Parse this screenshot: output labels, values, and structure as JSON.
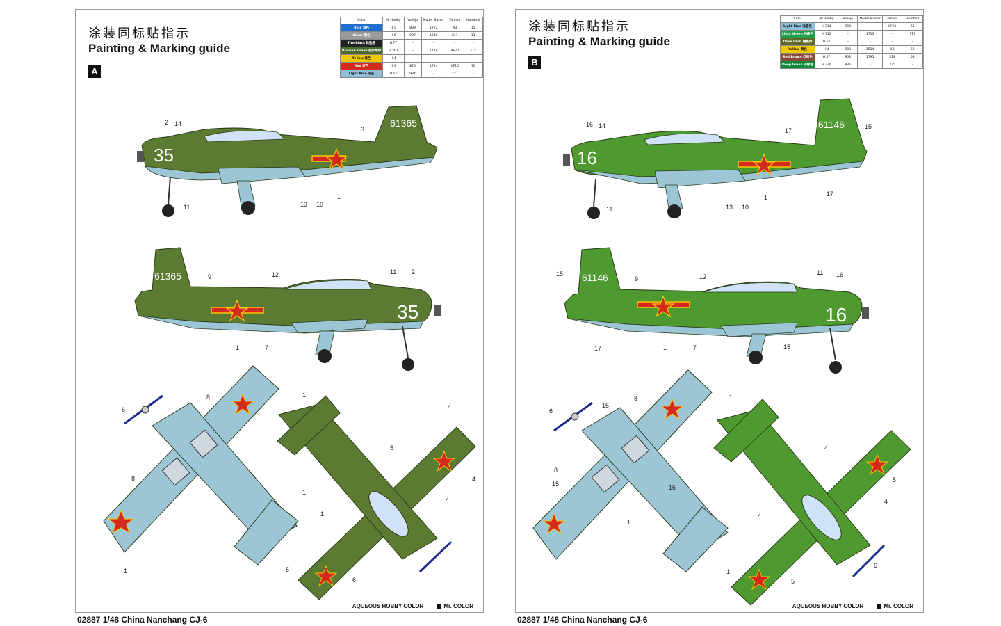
{
  "sheets": [
    {
      "title_cn": "涂装同标贴指示",
      "title_en": "Painting & Marking guide",
      "scheme": "A",
      "table_headers": [
        "Color",
        "Mr.Hobby",
        "Vallejo",
        "Model Master",
        "Tamiya",
        "Humbrol"
      ],
      "colors": [
        {
          "name": "Blue 蓝色",
          "hex": "#1f6fd1",
          "code": "H 5",
          "vallejo": "899",
          "mm": "1772",
          "tamiya": "X3",
          "humbrol": "15"
        },
        {
          "name": "Silver 银色",
          "hex": "#9a9a9a",
          "code": "H 8",
          "vallejo": "997",
          "mm": "1546",
          "tamiya": "X11",
          "humbrol": "11"
        },
        {
          "name": "Tire Black 轮胎黑",
          "hex": "#222222",
          "code": "H 77",
          "vallejo": "–",
          "mm": "–",
          "tamiya": "–",
          "humbrol": "–"
        },
        {
          "name": "Russian Green 俄罗斯绿",
          "hex": "#4b6b2e",
          "code": "H 303",
          "vallejo": "–",
          "mm": "1710",
          "tamiya": "XF20",
          "humbrol": "117"
        },
        {
          "name": "Yellow 黄色",
          "hex": "#f2c800",
          "code": "H 4",
          "vallejo": "–",
          "mm": "–",
          "tamiya": "–",
          "humbrol": "–"
        },
        {
          "name": "Red 红色",
          "hex": "#d42a1e",
          "code": "H 3",
          "vallejo": "876",
          "mm": "1744",
          "tamiya": "XF10",
          "humbrol": "70"
        },
        {
          "name": "Light Blue 浅蓝",
          "hex": "#8fbfd8",
          "code": "H 67",
          "vallejo": "934",
          "mm": "–",
          "tamiya": "X27",
          "humbrol": "–"
        }
      ],
      "aircraft_code": "35",
      "tail_number": "61365",
      "side_callouts": [
        "2",
        "14",
        "3",
        "13",
        "10",
        "1",
        "11",
        "9",
        "12",
        "11",
        "2",
        "1",
        "7"
      ],
      "plan_callouts": [
        "6",
        "8",
        "1",
        "8",
        "1",
        "1",
        "4",
        "5",
        "4",
        "4",
        "1",
        "5",
        "6"
      ],
      "legend_h": "AQUEOUS HOBBY COLOR",
      "legend_mr": "Mr. COLOR",
      "caption": "02887  1/48 China Nanchang CJ-6"
    },
    {
      "title_cn": "涂装同标贴指示",
      "title_en": "Painting & Marking guide",
      "scheme": "B",
      "table_headers": [
        "Color",
        "Mr.Hobby",
        "Vallejo",
        "Model Master",
        "Tamiya",
        "Humbrol"
      ],
      "colors": [
        {
          "name": "Light Blue 浅蓝色",
          "hex": "#8fbfd8",
          "code": "H 314",
          "vallejo": "908",
          "mm": "–",
          "tamiya": "XF23",
          "humbrol": "65"
        },
        {
          "name": "Light Green 浅绿色",
          "hex": "#1fa04a",
          "code": "H 312",
          "vallejo": "–",
          "mm": "1713",
          "tamiya": "–",
          "humbrol": "117"
        },
        {
          "name": "Olive Drab 橄榄绿",
          "hex": "#5f6a2a",
          "code": "H 52",
          "vallejo": "–",
          "mm": "–",
          "tamiya": "–",
          "humbrol": "–"
        },
        {
          "name": "Yellow 黄色",
          "hex": "#f2c800",
          "code": "H 4",
          "vallejo": "903",
          "mm": "1514",
          "tamiya": "X8",
          "humbrol": "69"
        },
        {
          "name": "Red Brown 红棕色",
          "hex": "#8a4a3a",
          "code": "H 47",
          "vallejo": "903",
          "mm": "1795",
          "tamiya": "X18",
          "humbrol": "53"
        },
        {
          "name": "Deep Green 深绿色",
          "hex": "#0f8a3a",
          "code": "H 320",
          "vallejo": "896",
          "mm": "–",
          "tamiya": "X25",
          "humbrol": "–"
        }
      ],
      "aircraft_code": "16",
      "tail_number": "61146",
      "side_callouts": [
        "16",
        "14",
        "17",
        "15",
        "13",
        "10",
        "1",
        "11",
        "17",
        "15",
        "9",
        "12",
        "11",
        "16",
        "17",
        "1",
        "7",
        "15"
      ],
      "plan_callouts": [
        "15",
        "6",
        "8",
        "1",
        "8",
        "15",
        "15",
        "1",
        "4",
        "5",
        "4",
        "4",
        "1",
        "5",
        "6"
      ],
      "legend_h": "AQUEOUS HOBBY COLOR",
      "legend_mr": "Mr. COLOR",
      "caption": "02887  1/48 China Nanchang CJ-6"
    }
  ]
}
